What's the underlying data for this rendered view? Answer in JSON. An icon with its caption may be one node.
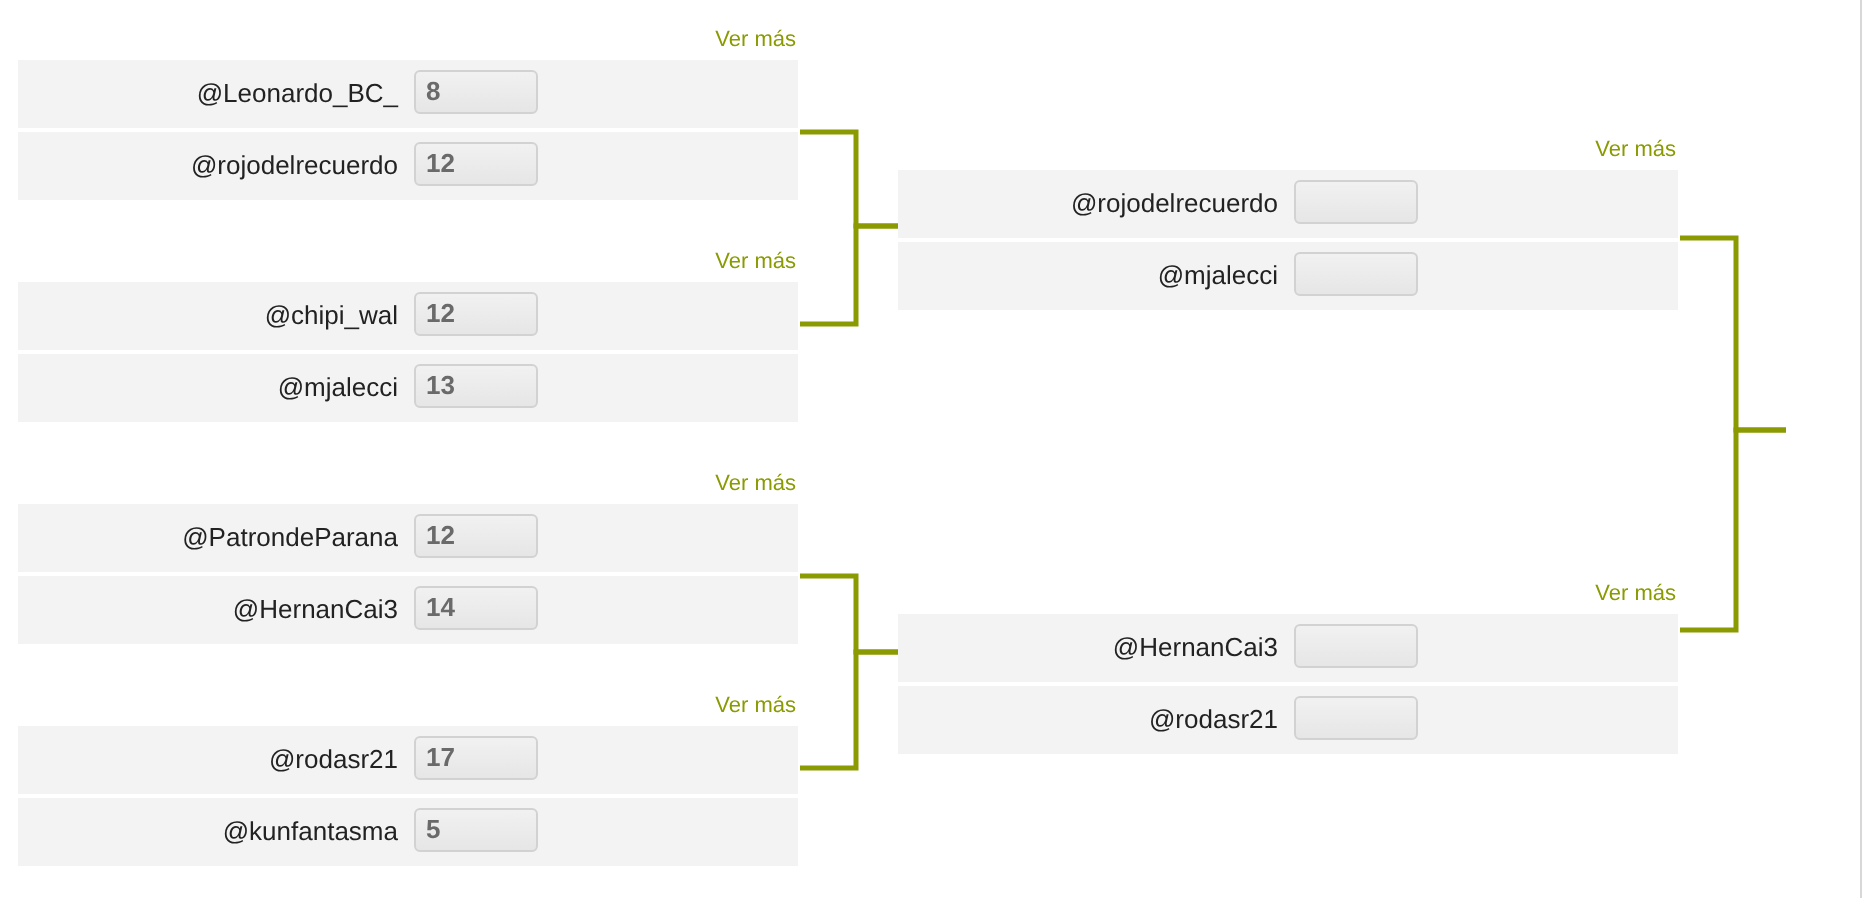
{
  "diagram": {
    "nodes": [
      {
        "text": [
          "Ver más"
        ]
      },
      {
        "text": [
          "@Leonardo_BC_",
          "8"
        ],
        "in": 0
      },
      {
        "text": [
          "@rojodelrecuerdo",
          "12"
        ],
        "in": 0
      },
      {
        "text": [
          "Ver más"
        ]
      },
      {
        "text": [
          "@chipi_wal",
          "12"
        ],
        "in": 3
      },
      {
        "text": [
          "@mjalecci",
          "13"
        ],
        "in": 3
      },
      {
        "text": [
          "Ver más"
        ]
      },
      {
        "text": [
          "@PatrondeParana",
          "12"
        ],
        "in": 6
      },
      {
        "text": [
          "@HernanCai3",
          "14"
        ],
        "in": 6
      },
      {
        "text": [
          "Ver más"
        ]
      },
      {
        "text": [
          "@rodasr21",
          "17"
        ],
        "in": 9
      },
      {
        "text": [
          "@kunfantasma",
          "5"
        ],
        "in": 9
      },
      {
        "text": [
          "Ver más"
        ]
      },
      {
        "text": [
          "@rojodelrecuerdo"
        ],
        "in": 12
      },
      {
        "text": [
          "@mjalecci"
        ],
        "in": 12
      },
      {
        "text": [
          "Ver más"
        ]
      },
      {
        "text": [
          "@HernanCai3"
        ],
        "in": 15
      },
      {
        "text": [
          "@rodasr21"
        ],
        "in": 15
      }
    ],
    "edges": [
      {
        "from": 0,
        "to": 12,
        "arrow": "none"
      },
      {
        "from": 3,
        "to": 12,
        "arrow": "none"
      },
      {
        "from": 6,
        "to": 15,
        "arrow": "none"
      },
      {
        "from": 9,
        "to": 15,
        "arrow": "none"
      },
      {
        "from": 12,
        "to": null,
        "arrow": "none"
      },
      {
        "from": 15,
        "to": null,
        "arrow": "none"
      }
    ]
  }
}
